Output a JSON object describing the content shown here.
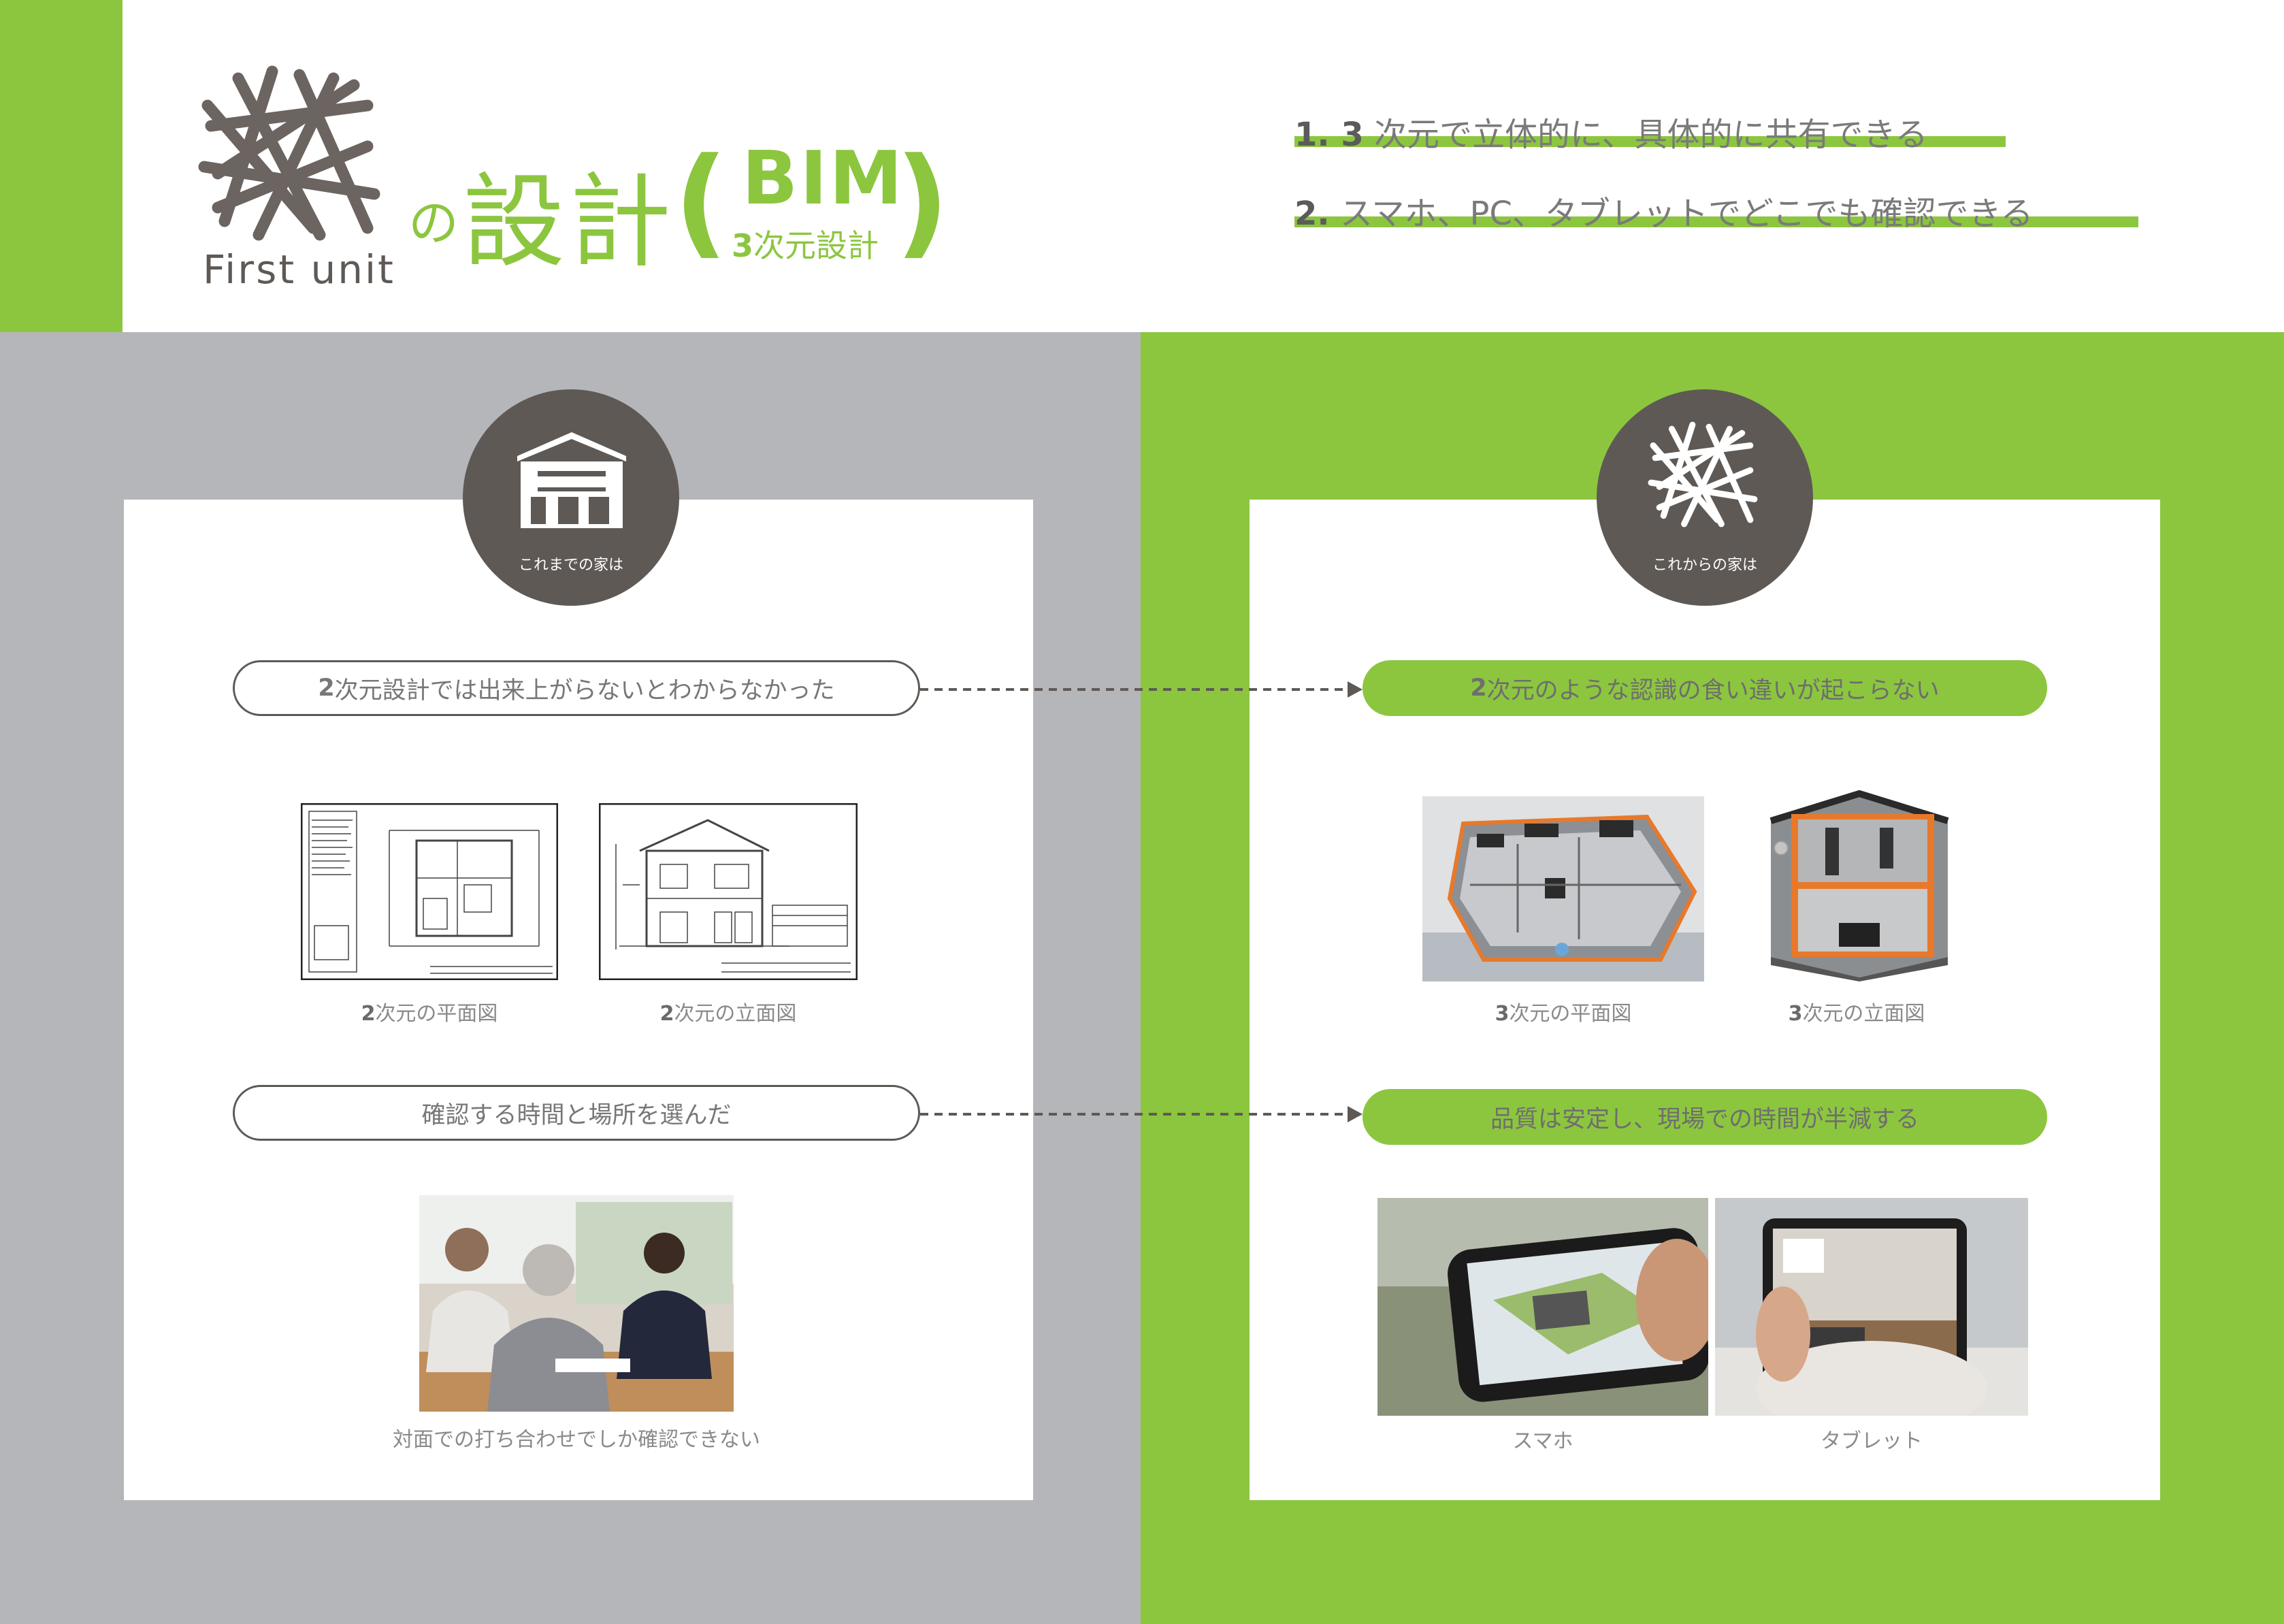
{
  "header": {
    "logo_text": "First unit",
    "title_no": "の",
    "title_main": "設計",
    "paren_open": "(",
    "paren_close": ")",
    "bim": "BIM",
    "bim_sub_num": "3",
    "bim_sub_text": "次元設計",
    "features": [
      {
        "num": "1. 3",
        "text": " 次元で立体的に、具体的に共有できる"
      },
      {
        "num": "2.",
        "text": " スマホ、PC、タブレットでどこでも確認できる"
      }
    ]
  },
  "left": {
    "badge_label": "これまでの家は",
    "pill1": {
      "num": "2",
      "text": "次元設計では出来上がらないとわからなかった"
    },
    "drawing1_caption": {
      "num": "2",
      "text": "次元の平面図"
    },
    "drawing2_caption": {
      "num": "2",
      "text": "次元の立面図"
    },
    "pill2": "確認する時間と場所を選んだ",
    "photo_caption": "対面での打ち合わせでしか確認できない"
  },
  "right": {
    "badge_label": "これからの家は",
    "pill1": {
      "num": "2",
      "text": "次元のような認識の食い違いが起こらない"
    },
    "model1_caption": {
      "num": "3",
      "text": "次元の平面図"
    },
    "model2_caption": {
      "num": "3",
      "text": "次元の立面図"
    },
    "pill2": "品質は安定し、現場での時間が半減する",
    "phone_caption": "スマホ",
    "tablet_caption": "タブレット"
  },
  "colors": {
    "green": "#8cc63f",
    "gray": "#b5b6b9",
    "dark": "#5e5955",
    "orange": "#e8792a"
  },
  "icons": [
    "logo-lattice-icon",
    "house-icon",
    "lattice-icon",
    "dashed-arrow-icon"
  ]
}
